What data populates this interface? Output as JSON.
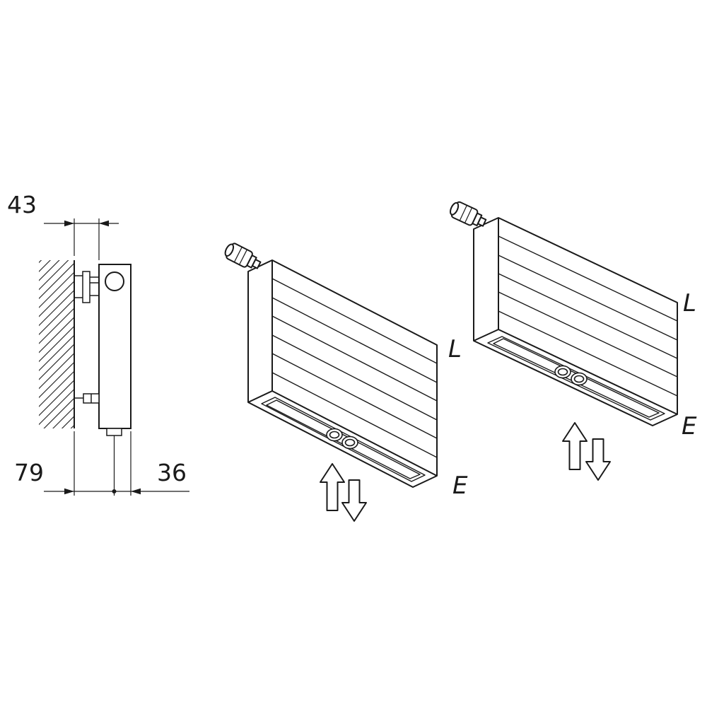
{
  "colors": {
    "line": "#1a1a1a",
    "background": "#ffffff"
  },
  "side_view": {
    "dim_wall_offset": "43",
    "dim_wall_to_pipe_center": "79",
    "dim_pipe_center_to_front": "36"
  },
  "radiator_a": {
    "label_l": "L",
    "label_e": "E"
  },
  "radiator_b": {
    "label_l": "L",
    "label_e": "E"
  }
}
